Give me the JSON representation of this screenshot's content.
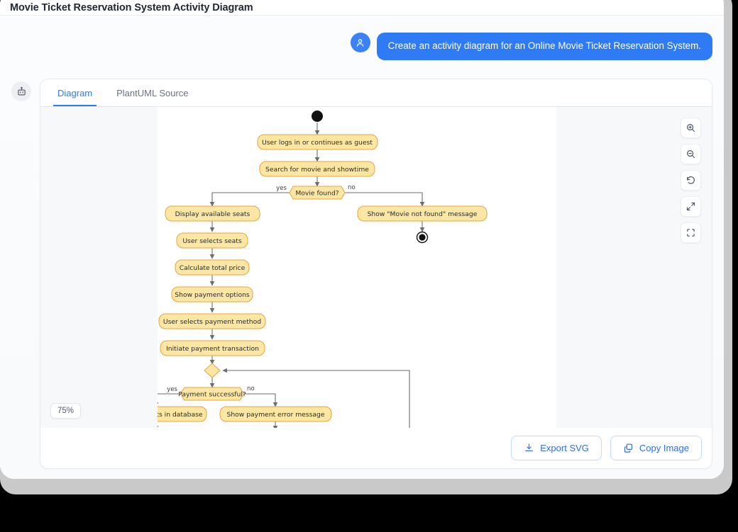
{
  "window": {
    "title": "Movie Ticket Reservation System Activity Diagram"
  },
  "conversation": {
    "user_avatar_icon": "user-icon",
    "user_message": "Create an activity diagram for an Online Movie Ticket Reservation System.",
    "assistant_avatar_icon": "robot-icon"
  },
  "card": {
    "tabs": [
      {
        "label": "Diagram",
        "active": true
      },
      {
        "label": "PlantUML Source",
        "active": false
      }
    ],
    "zoom_level": "75%",
    "tools": [
      {
        "name": "zoom-in-icon",
        "title": "Zoom in"
      },
      {
        "name": "zoom-out-icon",
        "title": "Zoom out"
      },
      {
        "name": "reset-icon",
        "title": "Reset view"
      },
      {
        "name": "expand-icon",
        "title": "Expand"
      },
      {
        "name": "fit-screen-icon",
        "title": "Fit to screen"
      }
    ],
    "footer": {
      "export_label": "Export SVG",
      "export_icon": "download-icon",
      "copy_label": "Copy Image",
      "copy_icon": "copy-icon"
    }
  },
  "colors": {
    "accent": "#2f7bf6",
    "bubble": "#2f7bf6",
    "node_fill": "#fbe7a3",
    "node_stroke": "#e8a33d",
    "frame": "#c9c9c9"
  },
  "diagram": {
    "type": "activity",
    "nodes": [
      {
        "id": "start",
        "kind": "initial",
        "label": ""
      },
      {
        "id": "login",
        "kind": "action",
        "label": "User logs in or continues as guest"
      },
      {
        "id": "search",
        "kind": "action",
        "label": "Search for movie and showtime"
      },
      {
        "id": "movieFound",
        "kind": "decision",
        "label": "Movie found?"
      },
      {
        "id": "seats",
        "kind": "action",
        "label": "Display available seats"
      },
      {
        "id": "notFound",
        "kind": "action",
        "label": "Show \"Movie not found\" message"
      },
      {
        "id": "end1",
        "kind": "final",
        "label": ""
      },
      {
        "id": "selectSeats",
        "kind": "action",
        "label": "User selects seats"
      },
      {
        "id": "calcPrice",
        "kind": "action",
        "label": "Calculate total price"
      },
      {
        "id": "payOptions",
        "kind": "action",
        "label": "Show payment options"
      },
      {
        "id": "payMethod",
        "kind": "action",
        "label": "User selects payment method"
      },
      {
        "id": "initiatePay",
        "kind": "action",
        "label": "Initiate payment transaction"
      },
      {
        "id": "merge",
        "kind": "merge",
        "label": ""
      },
      {
        "id": "paySuccess",
        "kind": "decision",
        "label": "Payment successful?"
      },
      {
        "id": "reserve",
        "kind": "action",
        "label": "Reserve seats in database"
      },
      {
        "id": "payError",
        "kind": "action",
        "label": "Show payment error message"
      }
    ],
    "edge_labels": {
      "movie_found_yes": "yes",
      "movie_found_no": "no",
      "payment_yes": "yes",
      "payment_no": "no"
    }
  }
}
